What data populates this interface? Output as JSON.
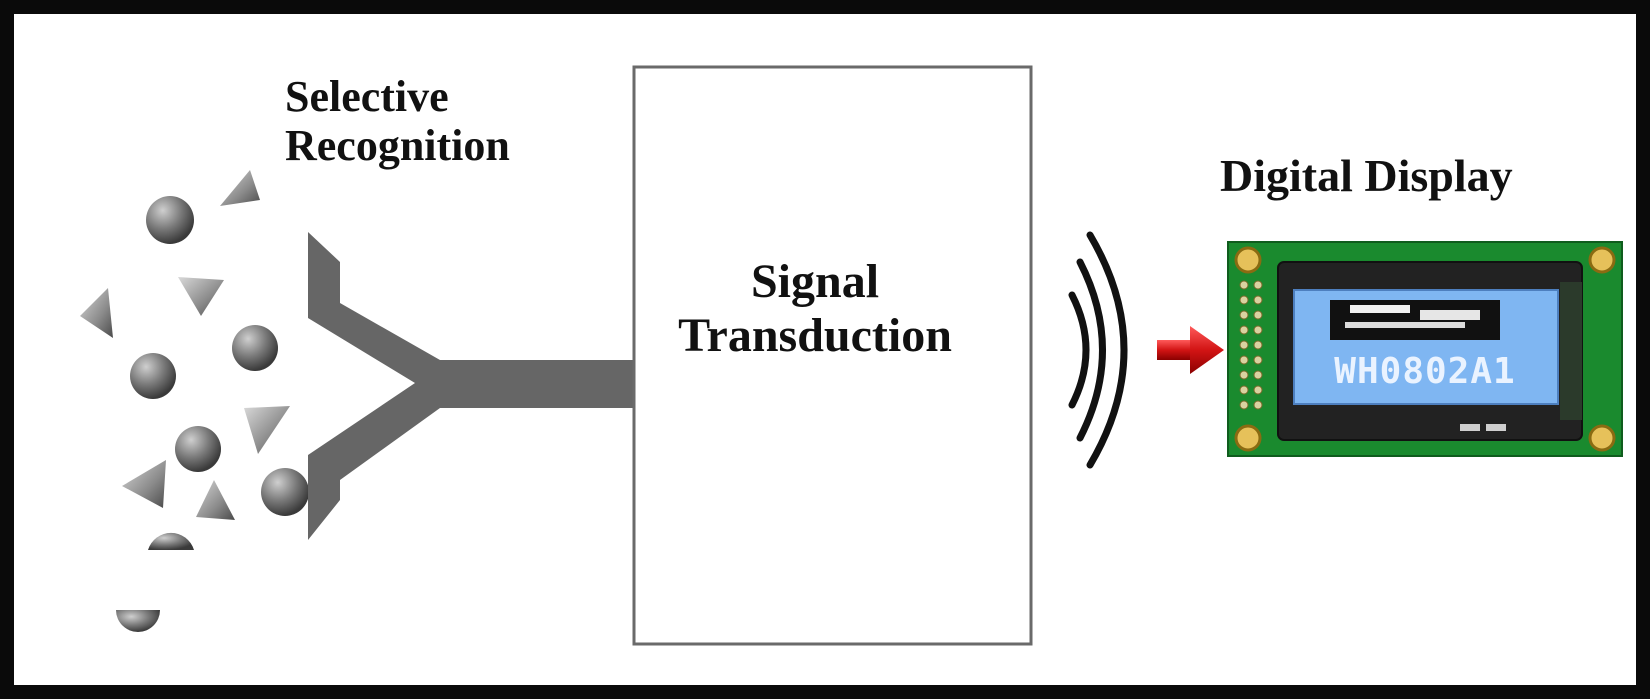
{
  "labels": {
    "selective_line1": "Selective",
    "selective_line2": "Recognition",
    "signal_line1": "Signal",
    "signal_line2": "Transduction",
    "digital": "Digital Display"
  },
  "lcd": {
    "text": "WH0802A1"
  },
  "colors": {
    "frame": "#0a0a0a",
    "receptor": "#666666",
    "arrow": "#d21414",
    "pcb": "#1a8a2e",
    "lcd_screen": "#7fb6f2"
  },
  "icons": [
    "analyte-sphere-icon",
    "analyte-triangle-icon",
    "y-receptor-icon",
    "signal-wave-icon",
    "red-arrow-icon",
    "lcd-module-icon"
  ]
}
